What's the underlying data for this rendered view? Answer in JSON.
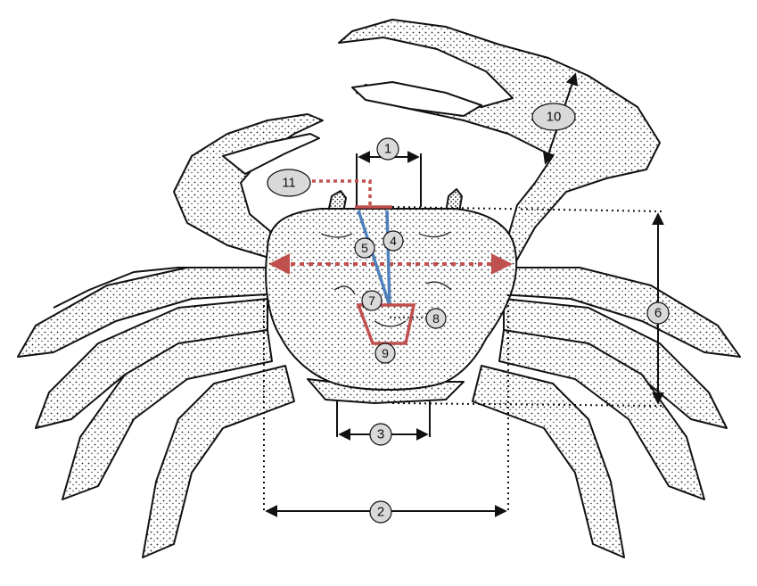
{
  "labels": {
    "m1": "1",
    "m2": "2",
    "m3": "3",
    "m4": "4",
    "m5": "5",
    "m6": "6",
    "m7": "7",
    "m8": "8",
    "m9": "9",
    "m10": "10",
    "m11": "11"
  },
  "colors": {
    "ink": "#111111",
    "measure_red": "#c0504d",
    "measure_blue": "#4f81bd",
    "label_fill": "#d9d9d9"
  }
}
